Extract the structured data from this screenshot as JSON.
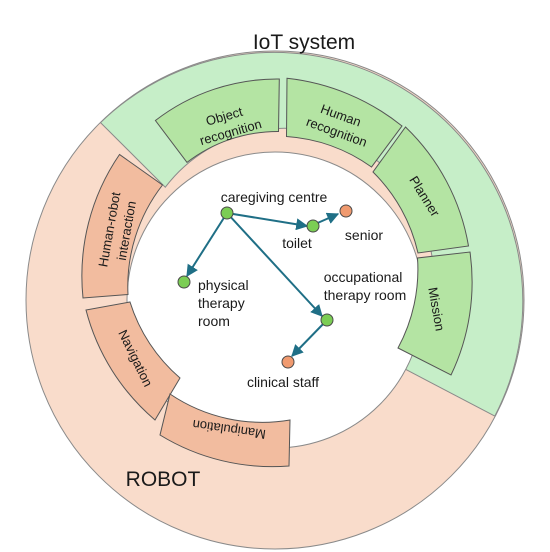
{
  "outer": {
    "iot_label": "IoT system",
    "robot_label": "ROBOT"
  },
  "modules": {
    "object_recognition": [
      "Object",
      "recognition"
    ],
    "human_recognition": [
      "Human",
      "recognition"
    ],
    "planner": [
      "Planner"
    ],
    "mission": [
      "Mission"
    ],
    "human_robot_interaction": [
      "Human-robot",
      "interaction"
    ],
    "navigation": [
      "Navigation"
    ],
    "manipulation": [
      "Manipulation"
    ]
  },
  "locations": {
    "caregiving_centre": "caregiving centre",
    "toilet": "toilet",
    "senior": "senior",
    "physical_therapy_room": [
      "physical",
      "therapy",
      "room"
    ],
    "occupational_therapy_room": [
      "occupational",
      "therapy room"
    ],
    "clinical_staff": "clinical staff"
  },
  "colors": {
    "iot_fill": "#c6eec8",
    "robot_fill": "#f9dccb",
    "module_green": "#b4e4a3",
    "module_peach": "#f2bc9f",
    "node_green": "#7bcd54",
    "node_orange": "#f09a6f",
    "arrow": "#1f6f86"
  }
}
